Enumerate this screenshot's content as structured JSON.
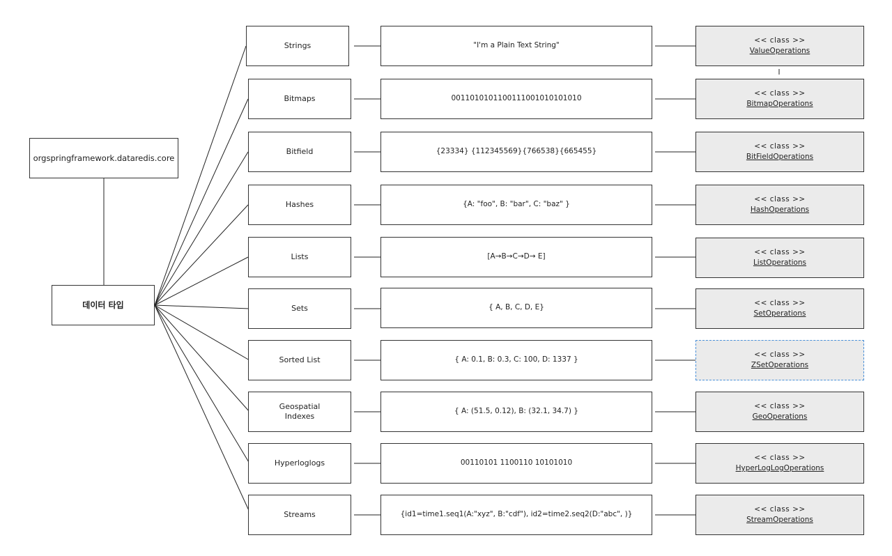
{
  "package": "orgspringframework.dataredis.core",
  "root": "데이터 타입",
  "stereotype": "<< class >>",
  "rows": [
    {
      "type": "Strings",
      "example": "\"I'm a Plain Text String\"",
      "class": "ValueOperations"
    },
    {
      "type": "Bitmaps",
      "example": "0011010101100111001010101010",
      "class": "BitmapOperations"
    },
    {
      "type": "Bitfield",
      "example": "{23334} {112345569}{766538}{665455}",
      "class": "BitFieldOperations"
    },
    {
      "type": "Hashes",
      "example": "{A: \"foo\", B: \"bar\", C: \"baz\" }",
      "class": "HashOperations"
    },
    {
      "type": "Lists",
      "example": "[A→B→C→D→ E]",
      "class": "ListOperations"
    },
    {
      "type": "Sets",
      "example": "{ A, B, C, D, E}",
      "class": "SetOperations"
    },
    {
      "type": "Sorted List",
      "example": "{ A: 0.1, B: 0.3, C: 100, D: 1337 }",
      "class": "ZSetOperations"
    },
    {
      "type": "Geospatial Indexes",
      "example": "{ A: (51.5, 0.12), B: (32.1, 34.7) }",
      "class": "GeoOperations"
    },
    {
      "type": "Hyperloglogs",
      "example": "00110101 1100110 10101010",
      "class": "HyperLogLogOperations"
    },
    {
      "type": "Streams",
      "example": "{id1=time1.seq1(A:\"xyz\", B:\"cdf\"), id2=time2.seq2(D:\"abc\", )}",
      "class": "StreamOperations"
    }
  ],
  "colors": {
    "line": "#222222",
    "class_fill": "#ebebeb",
    "selection": "#4a90d9"
  }
}
